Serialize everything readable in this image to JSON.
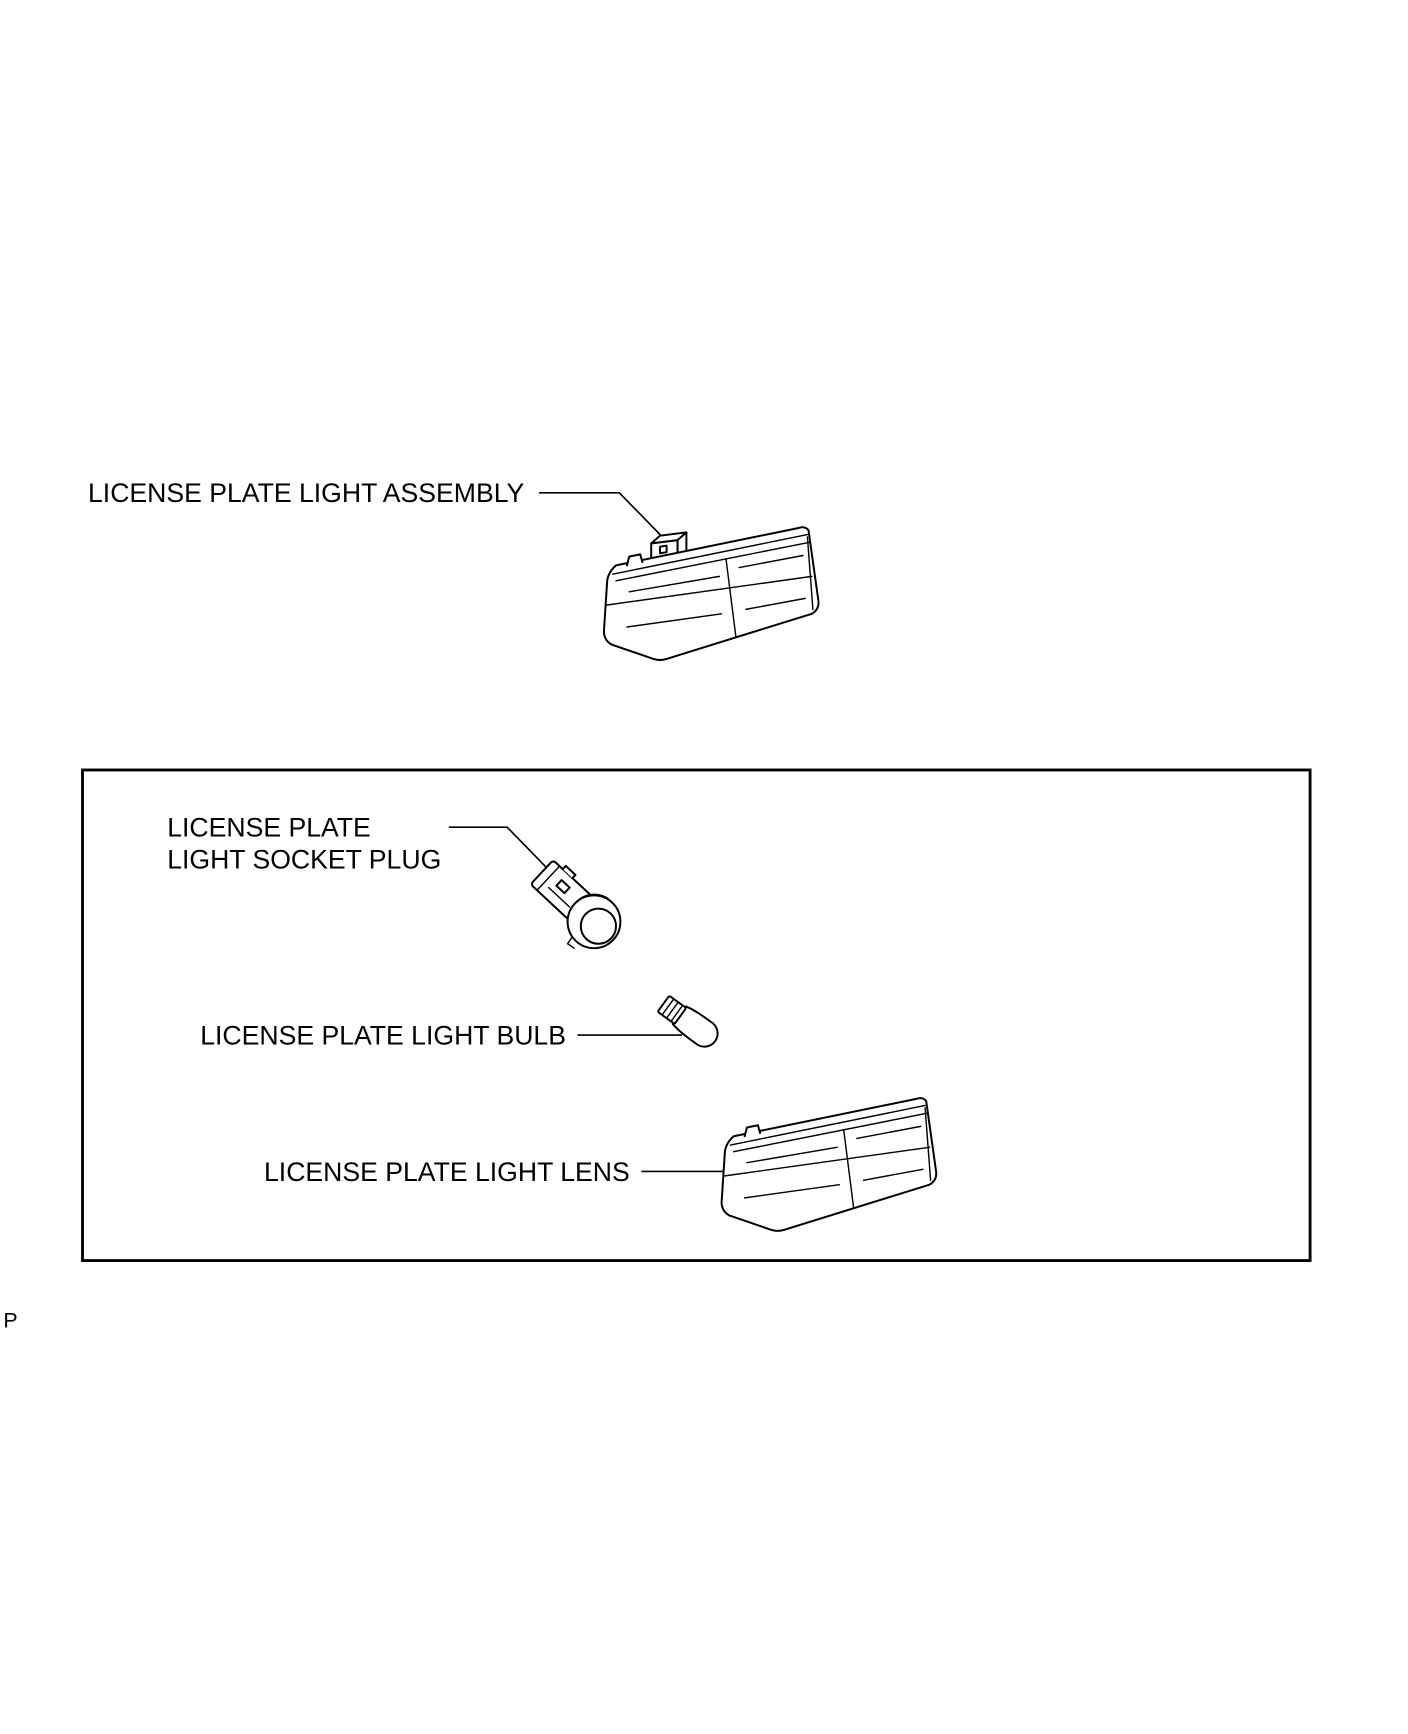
{
  "diagram": {
    "labels": {
      "assembly": "LICENSE PLATE LIGHT ASSEMBLY",
      "socket_plug": [
        "LICENSE PLATE",
        "LIGHT SOCKET PLUG"
      ],
      "bulb": "LICENSE PLATE LIGHT BULB",
      "lens": "LICENSE PLATE LIGHT LENS"
    },
    "corner_mark": "P"
  },
  "colors": {
    "line": "#000000",
    "background": "#ffffff"
  }
}
